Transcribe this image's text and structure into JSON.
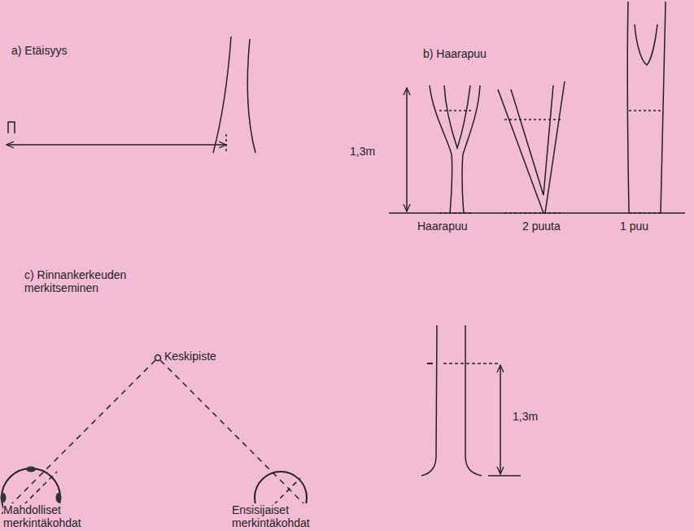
{
  "diagram": {
    "labels": [
      "a) Etäisyys",
      "b) Haarapuu",
      "1,3m",
      "Haarapuu",
      "2 puuta",
      "1 puu",
      "c) Rinnankerkeuden merkitseminen",
      "Keskipiste",
      "Mahdolliset merkintäkohdat",
      "Ensisijaiset merkintäkohdat",
      "1,3m"
    ]
  }
}
